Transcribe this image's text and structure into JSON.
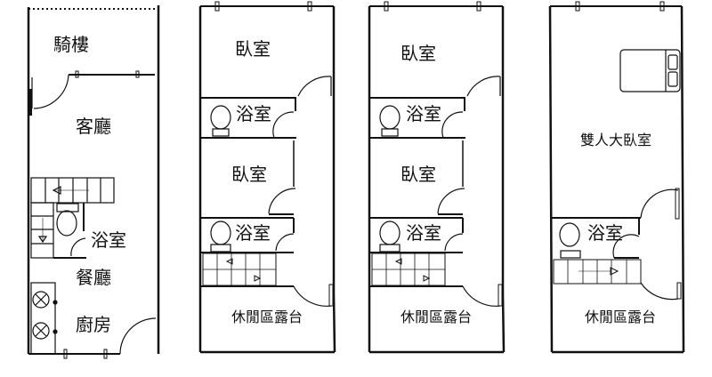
{
  "floor1": {
    "arcade": "騎樓",
    "living_room": "客廳",
    "bathroom": "浴室",
    "dining_room": "餐廳",
    "kitchen": "廚房"
  },
  "floor2": {
    "bedroom_1": "臥室",
    "bathroom_1": "浴室",
    "bedroom_2": "臥室",
    "bathroom_2": "浴室",
    "terrace": "休閒區露台"
  },
  "floor3": {
    "bedroom_1": "臥室",
    "bathroom_1": "浴室",
    "bedroom_2": "臥室",
    "bathroom_2": "浴室",
    "terrace": "休閒區露台"
  },
  "floor4": {
    "master_bedroom": "雙人大臥室",
    "bathroom": "浴室",
    "terrace": "休閒區露台"
  }
}
